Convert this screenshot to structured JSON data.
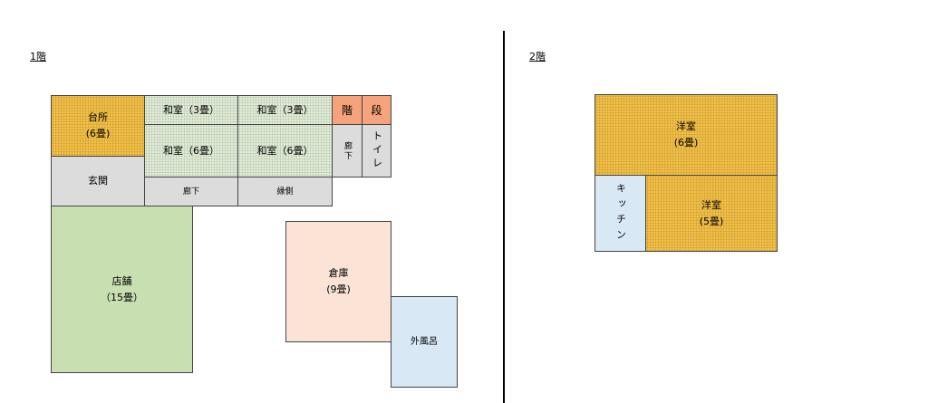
{
  "floor1": {
    "label": "1階",
    "rooms": {
      "kitchen": {
        "name": "台所",
        "size": "(6畳)"
      },
      "washitsu_a": {
        "name": "和室（3畳）"
      },
      "washitsu_b": {
        "name": "和室（3畳）"
      },
      "kaidan_a": {
        "name": "階"
      },
      "kaidan_b": {
        "name": "段"
      },
      "washitsu_c": {
        "name": "和室（6畳）"
      },
      "washitsu_d": {
        "name": "和室（6畳）"
      },
      "rouka_small": {
        "name": "廊下"
      },
      "toilet": {
        "name": "トイレ"
      },
      "genkan": {
        "name": "玄関"
      },
      "rouka": {
        "name": "廊下"
      },
      "engawa": {
        "name": "縁側"
      },
      "shop": {
        "name": "店舗",
        "size": "（15畳）"
      },
      "storage": {
        "name": "倉庫",
        "size": "(9畳)"
      },
      "bath": {
        "name": "外風呂"
      }
    }
  },
  "floor2": {
    "label": "2階",
    "rooms": {
      "youshitsu_a": {
        "name": "洋室",
        "size": "(6畳)"
      },
      "kitchen": {
        "name": "キッチン"
      },
      "youshitsu_b": {
        "name": "洋室",
        "size": "(5畳)"
      }
    }
  },
  "colors": {
    "orange": "#f1c048",
    "tatami_green": "#e3ecd9",
    "gray": "#dcdcdc",
    "salmon": "#f6a27a",
    "shop_green": "#c8dfb1",
    "peach": "#fbe3d6",
    "light_blue": "#d9e8f5"
  }
}
